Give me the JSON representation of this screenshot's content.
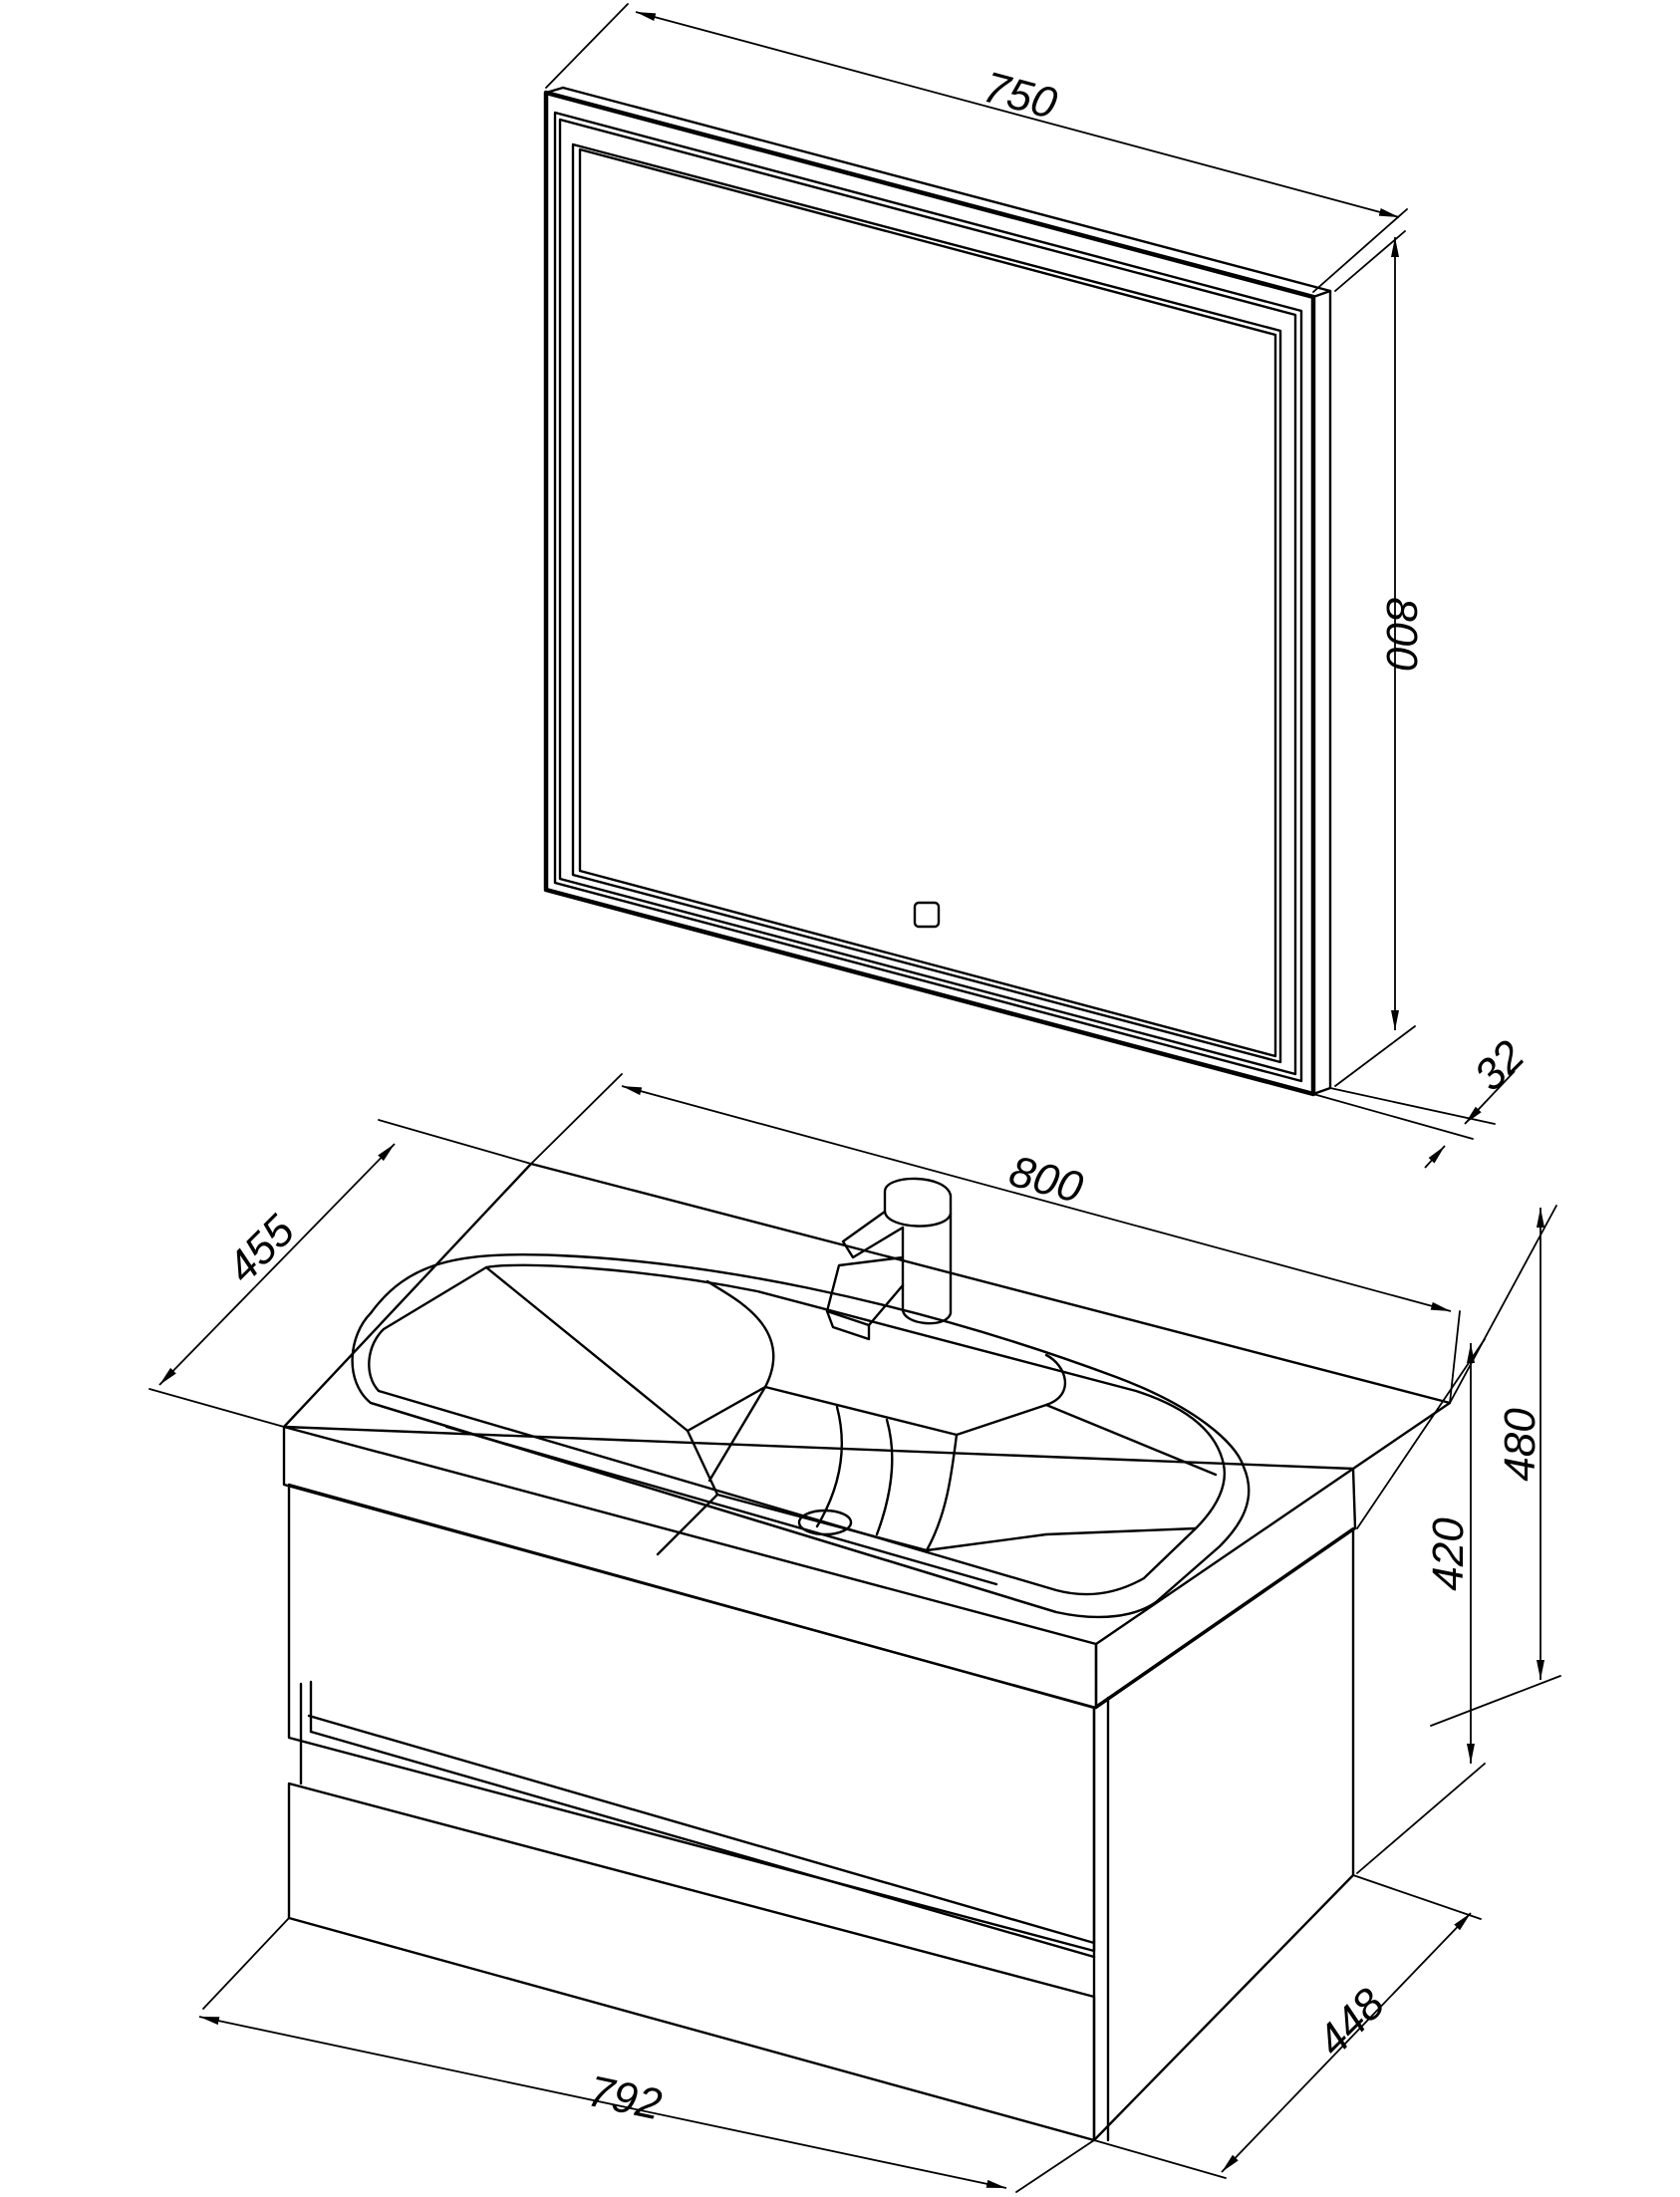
{
  "dimensions": {
    "mirror_width": "750",
    "mirror_height": "800",
    "mirror_depth": "32",
    "top_width": "800",
    "top_depth": "455",
    "total_height": "480",
    "cabinet_height": "420",
    "cabinet_width": "792",
    "cabinet_depth": "448"
  },
  "colors": {
    "line": "#000000",
    "background": "#ffffff"
  },
  "icons": {
    "mirror_touch_switch": "touch-switch-icon",
    "faucet": "faucet-icon"
  }
}
